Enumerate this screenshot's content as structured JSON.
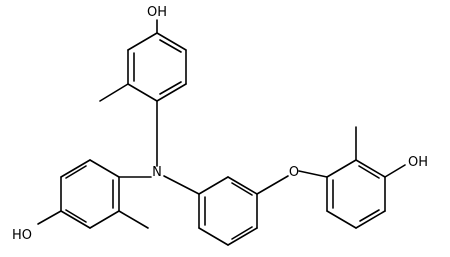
{
  "labels": {
    "oh_top": "OH",
    "n_center": "N",
    "oh_bottom_left": "HO",
    "o_ether": "O",
    "oh_right": "OH"
  }
}
